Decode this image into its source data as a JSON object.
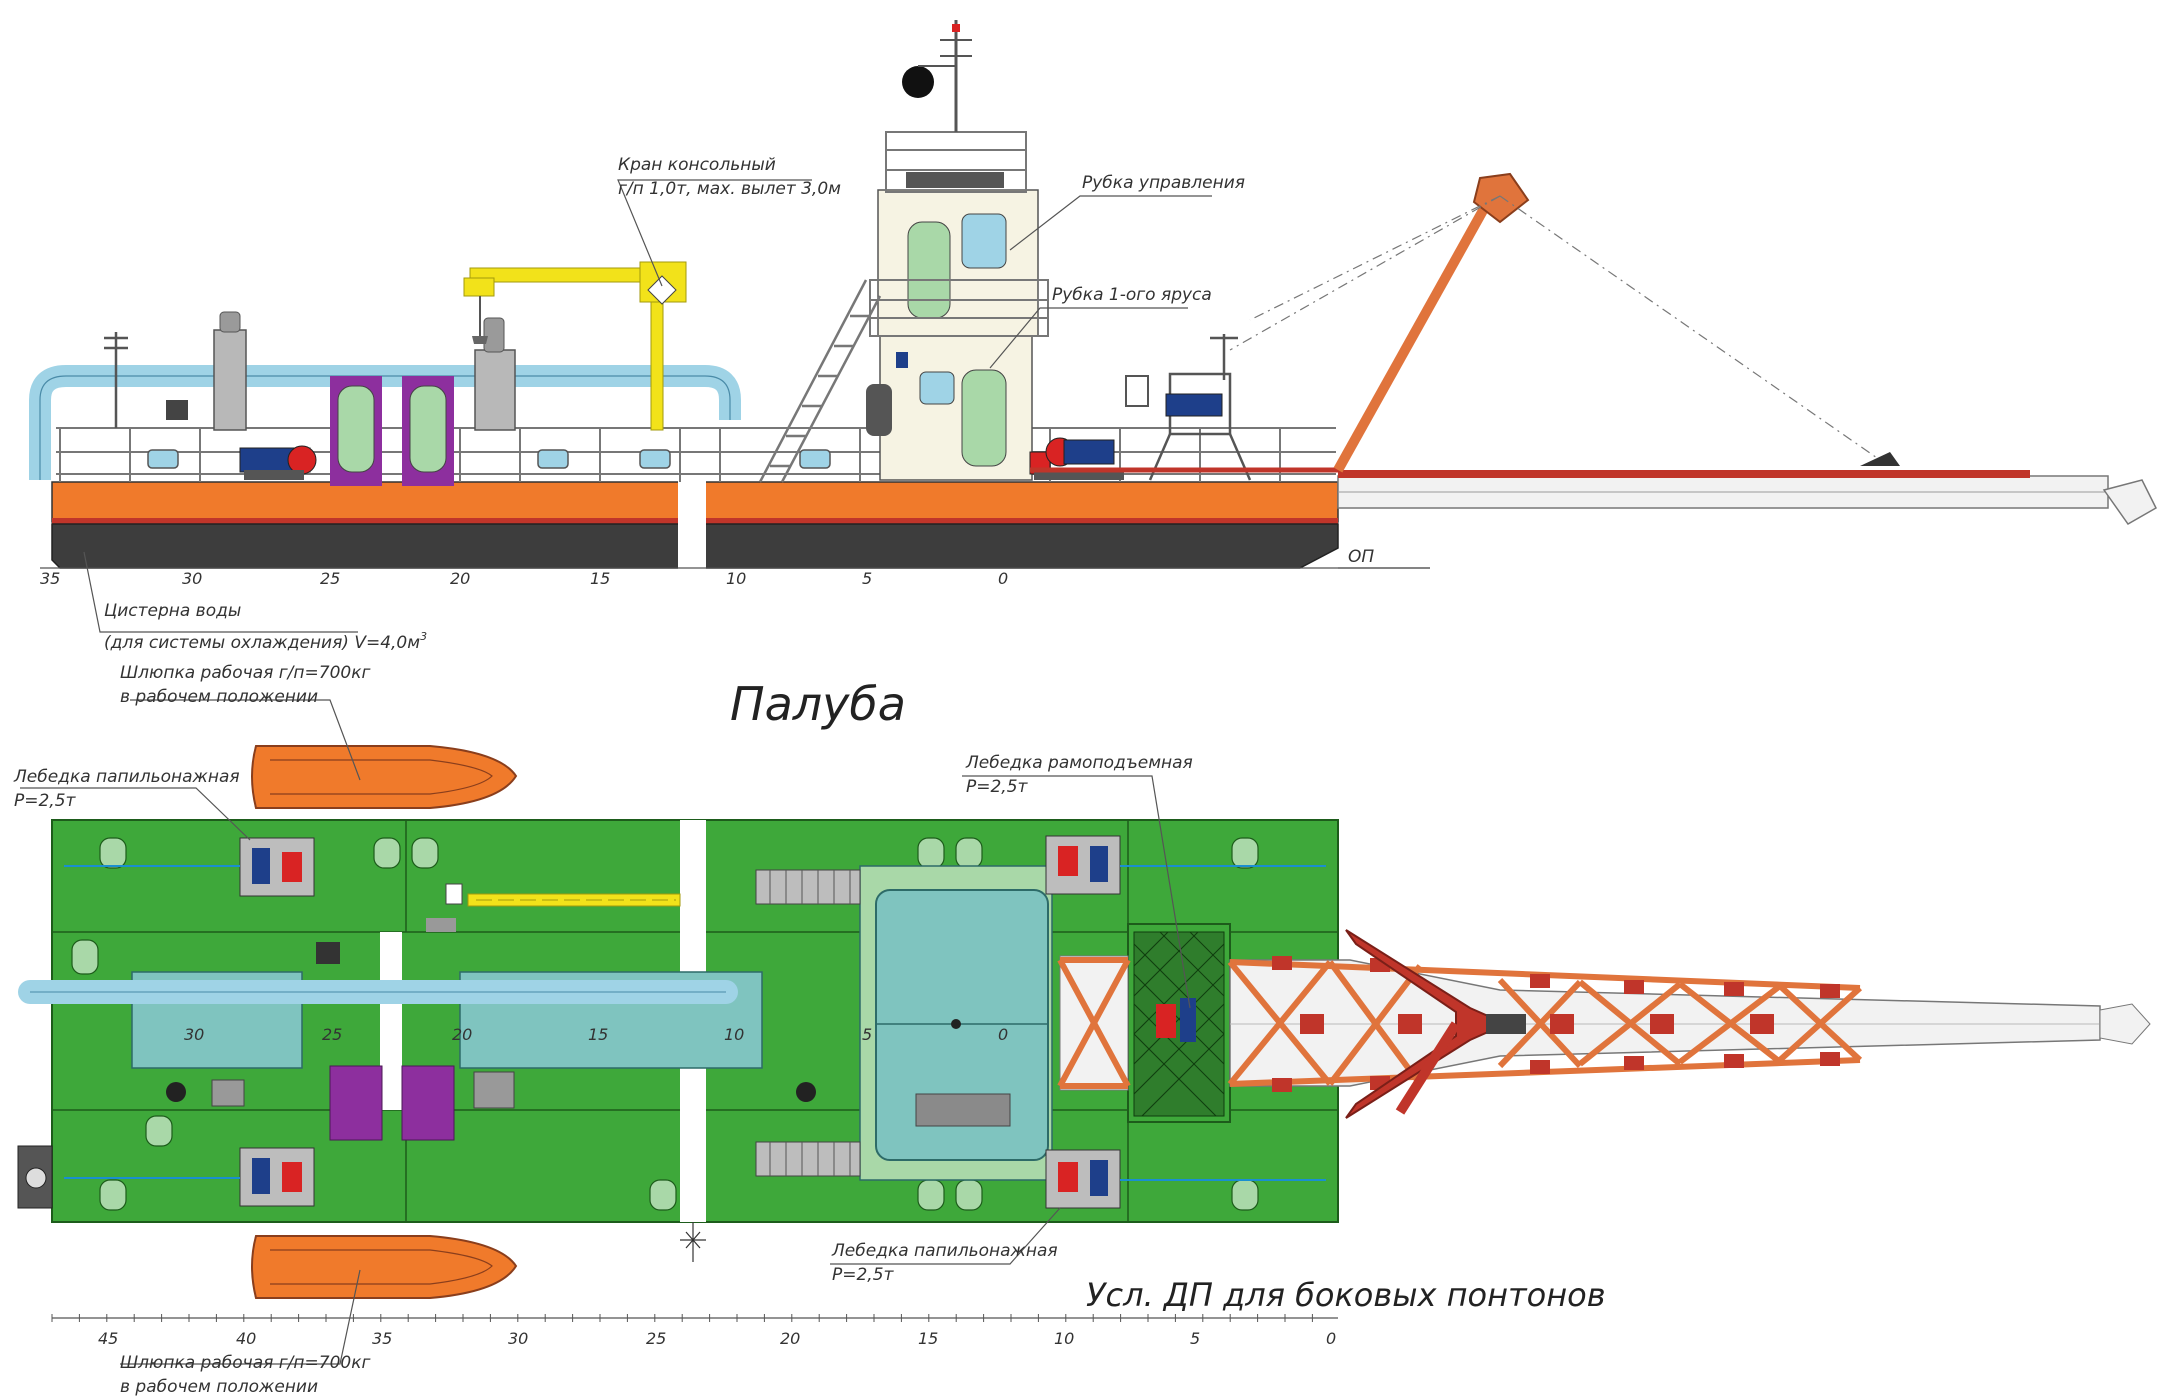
{
  "labels": {
    "crane_line1": "Кран консольный",
    "crane_line2": "г/п 1,0т, мах. вылет 3,0м",
    "wheelhouse": "Рубка управления",
    "deckhouse": "Рубка 1-ого яруса",
    "tank_line1": "Цистерна воды",
    "tank_line2": "(для системы охлаждения) V=4,0м",
    "tank_sup": "3",
    "boat_top_line1": "Шлюпка рабочая г/п=700кг",
    "boat_top_line2": "в рабочем положении",
    "winch_left_line1": "Лебедка папильонажная",
    "winch_left_line2": "P=2,5т",
    "winch_ladder_line1": "Лебедка рамоподъемная",
    "winch_ladder_line2": "P=2,5т",
    "winch_bottom_line1": "Лебедка папильонажная",
    "winch_bottom_line2": "P=2,5т",
    "boat_bottom_line1": "Шлюпка рабочая г/п=700кг",
    "boat_bottom_line2": "в рабочем положении",
    "baseline": "ОП",
    "deck_title": "Палуба",
    "side_pontoon_note": "Усл. ДП для боковых понтонов"
  },
  "side_frames": [
    "35",
    "30",
    "25",
    "20",
    "15",
    "10",
    "5",
    "0"
  ],
  "plan_frames": [
    "30",
    "25",
    "20",
    "15",
    "10",
    "5",
    "0"
  ],
  "bottom_scale": [
    "45",
    "40",
    "35",
    "30",
    "25",
    "20",
    "15",
    "10",
    "5",
    "0"
  ],
  "colors": {
    "hull_orange": "#f07a2b",
    "hull_dark": "#3d3d3d",
    "deck_green": "#3ea83a",
    "pipe_blue": "#9fd3e6",
    "crane_yellow": "#f2e21a",
    "ladder_orange": "#e0743c",
    "ladder_red": "#c0352a",
    "door_purple": "#8d2f9e",
    "door_green": "#a9d8a8",
    "house_cream": "#f6f3e3",
    "teal": "#7fc4bf"
  }
}
